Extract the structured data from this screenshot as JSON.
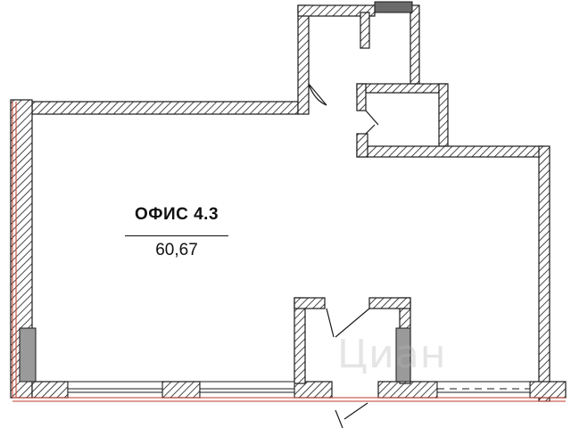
{
  "room": {
    "name": "ОФИС 4.3",
    "area": "60,67"
  },
  "watermark": {
    "text": "Циан"
  },
  "colors": {
    "wall_stroke": "#1a1a1a",
    "hatch": "#1a1a1a",
    "window_red": "#c0392b",
    "column_fill": "#9a9a9a",
    "background": "#ffffff"
  }
}
